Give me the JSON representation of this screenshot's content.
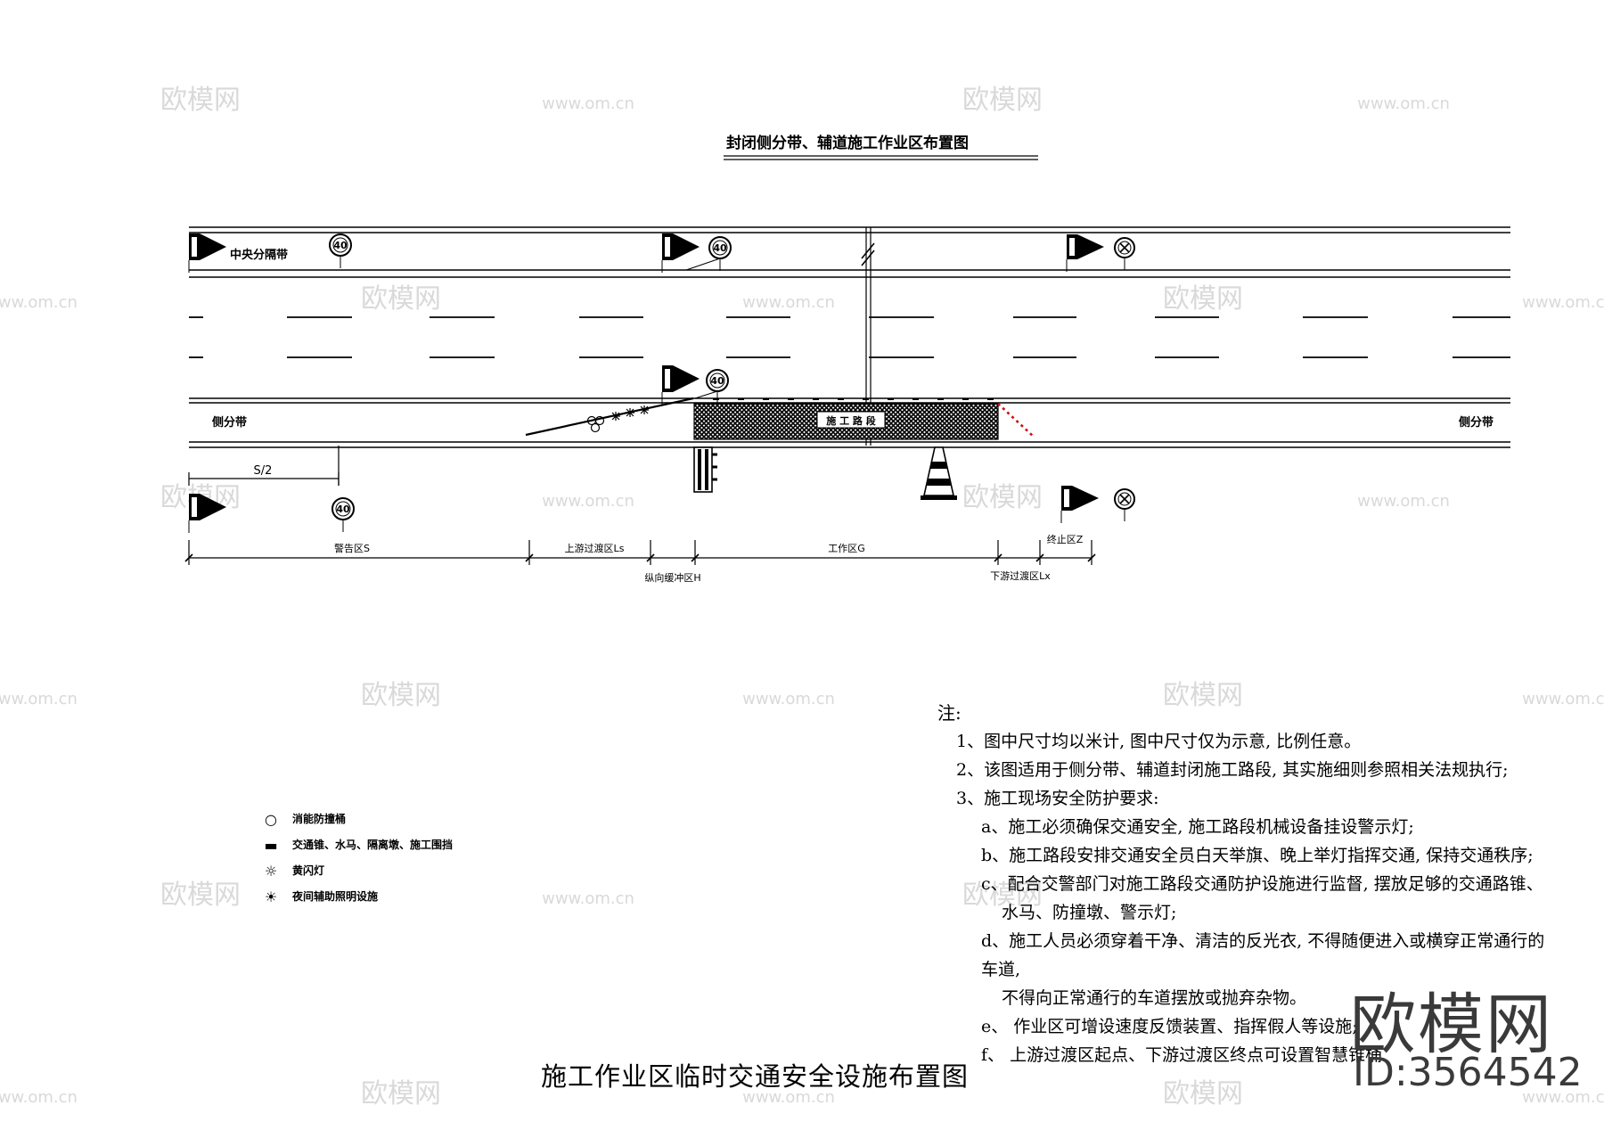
{
  "title": "封闭侧分带、辅道施工作业区布置图",
  "road": {
    "median_label": "中央分隔带",
    "side_label_left": "侧分带",
    "side_label_right": "侧分带",
    "work_label": "施 工 路 段",
    "s_half_label": "S/2"
  },
  "zones": {
    "warning": "警告区S",
    "upstream": "上游过渡区Ls",
    "buffer": "纵向缓冲区H",
    "work": "工作区G",
    "downstream": "下游过渡区Lx",
    "end": "终止区Z"
  },
  "signs": {
    "speed_limit": "40",
    "lift_limit": "解除限速"
  },
  "legend": [
    {
      "symbol": "○",
      "icon": "circle-icon",
      "label": "消能防撞桶"
    },
    {
      "symbol": "▬",
      "icon": "dash-icon",
      "label": "交通锥、水马、隔离墩、施工围挡"
    },
    {
      "symbol": "☼",
      "icon": "sun-icon",
      "label": "黄闪灯"
    },
    {
      "symbol": "☀",
      "icon": "starburst-icon",
      "label": "夜间辅助照明设施"
    }
  ],
  "notes": {
    "header": "注:",
    "items": [
      {
        "level": 1,
        "text": "1、图中尺寸均以米计, 图中尺寸仅为示意, 比例任意。"
      },
      {
        "level": 1,
        "text": "2、该图适用于侧分带、辅道封闭施工路段, 其实施细则参照相关法规执行;"
      },
      {
        "level": 1,
        "text": "3、施工现场安全防护要求:"
      },
      {
        "level": 2,
        "text": "a、施工必须确保交通安全, 施工路段机械设备挂设警示灯;"
      },
      {
        "level": 2,
        "text": "b、施工路段安排交通安全员白天举旗、晚上举灯指挥交通, 保持交通秩序;"
      },
      {
        "level": 2,
        "text": "c、配合交警部门对施工路段交通防护设施进行监督, 摆放足够的交通路锥、"
      },
      {
        "level": 3,
        "text": "水马、防撞墩、警示灯;"
      },
      {
        "level": 2,
        "text": "d、施工人员必须穿着干净、清洁的反光衣, 不得随便进入或横穿正常通行的车道,"
      },
      {
        "level": 3,
        "text": "不得向正常通行的车道摆放或抛弃杂物。"
      },
      {
        "level": 2,
        "text": "e、 作业区可增设速度反馈装置、指挥假人等设施;"
      },
      {
        "level": 2,
        "text": "f、 上游过渡区起点、下游过渡区终点可设置智慧锥桶"
      }
    ]
  },
  "bottom_title": "施工作业区临时交通安全设施布置图",
  "watermark": {
    "brand": "欧模网",
    "site": "www.om.cn",
    "brand_large": "欧模网",
    "id": "ID:3564542"
  },
  "colors": {
    "line": "#000000",
    "hatch": "#000000",
    "taper_dots": "#d01010",
    "watermark": "#d9d9d9"
  }
}
